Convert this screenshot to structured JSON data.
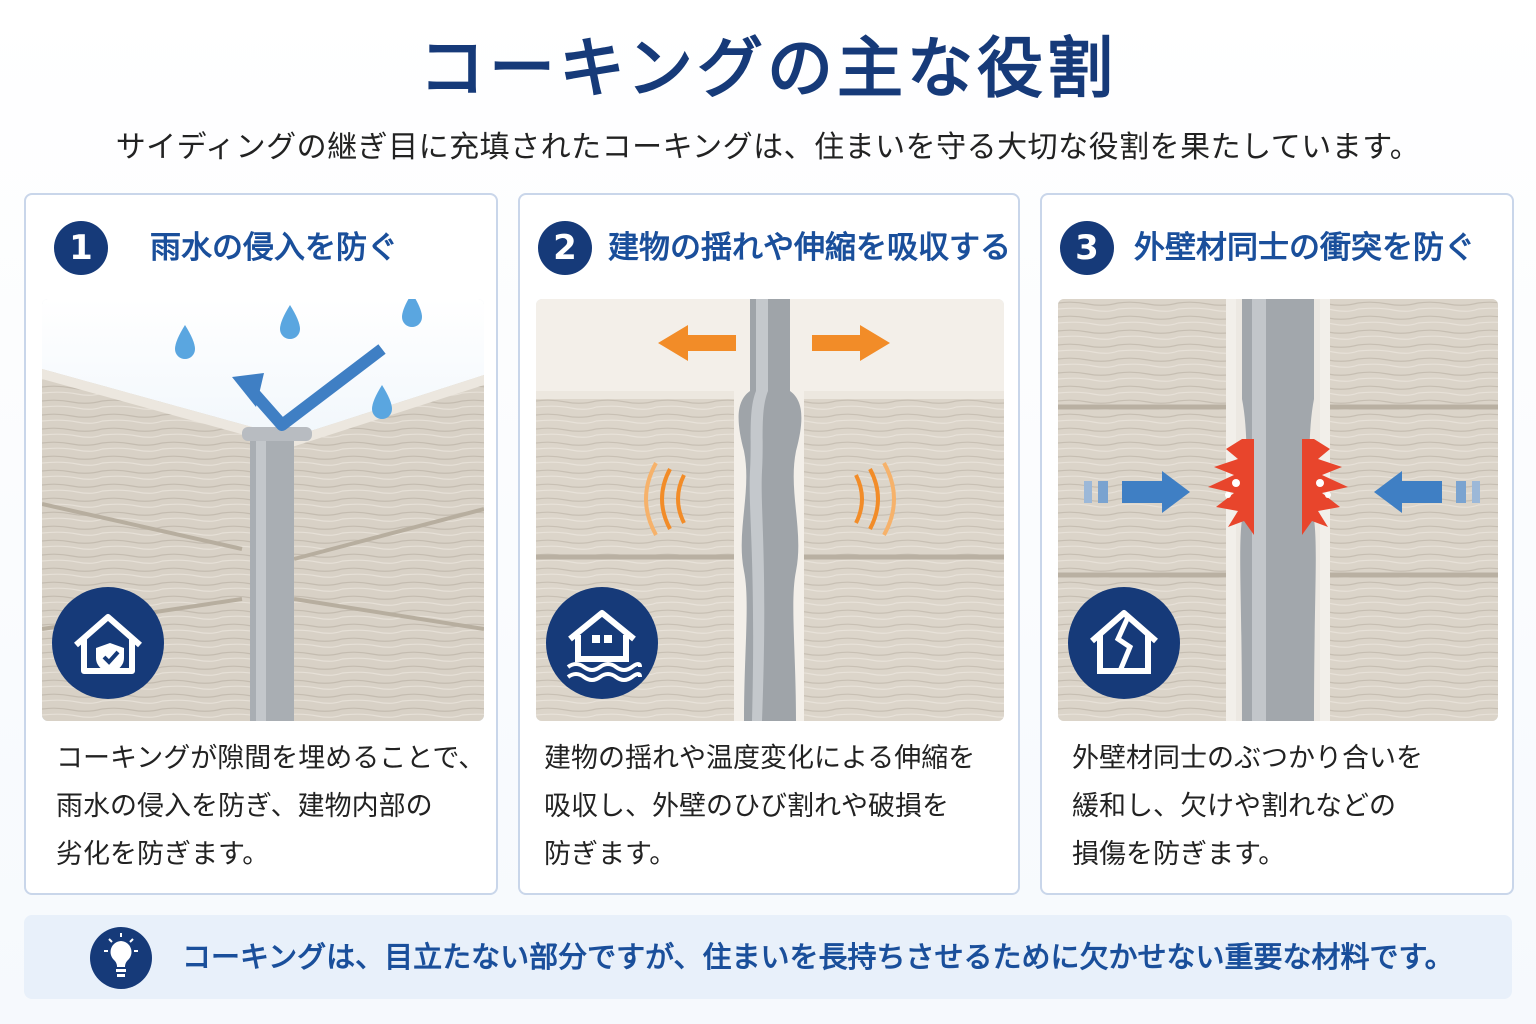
{
  "header": {
    "title": "コーキングの主な役割",
    "subtitle": "サイディングの継ぎ目に充填されたコーキングは、住まいを守る大切な役割を果たしています。"
  },
  "cards": [
    {
      "number": "1",
      "title": "雨水の侵入を防ぐ",
      "icon": "house-shield-icon",
      "desc": [
        "コーキングが隙間を埋めることで、",
        "雨水の侵入を防ぎ、建物内部の",
        "劣化を防ぎます。"
      ]
    },
    {
      "number": "2",
      "title": "建物の揺れや伸縮を吸収する",
      "icon": "house-wave-icon",
      "desc": [
        "建物の揺れや温度変化による伸縮を",
        "吸収し、外壁のひび割れや破損を",
        "防ぎます。"
      ]
    },
    {
      "number": "3",
      "title": "外壁材同士の衝突を防ぐ",
      "icon": "house-crack-icon",
      "desc": [
        "外壁材同士のぶつかり合いを",
        "緩和し、欠けや割れなどの",
        "損傷を防ぎます。"
      ]
    }
  ],
  "footer": {
    "icon": "lightbulb-icon",
    "text": "コーキングは、目立たない部分ですが、住まいを長持ちさせるために欠かせない重要な材料です。"
  },
  "colors": {
    "navy": "#163a79",
    "blue": "#1a4f9b",
    "arrow_orange": "#f28c28",
    "arrow_blue": "#3f7fc4",
    "impact_red": "#e8452c",
    "siding": "#d9d2c8",
    "caulk": "#a9aeb3"
  }
}
